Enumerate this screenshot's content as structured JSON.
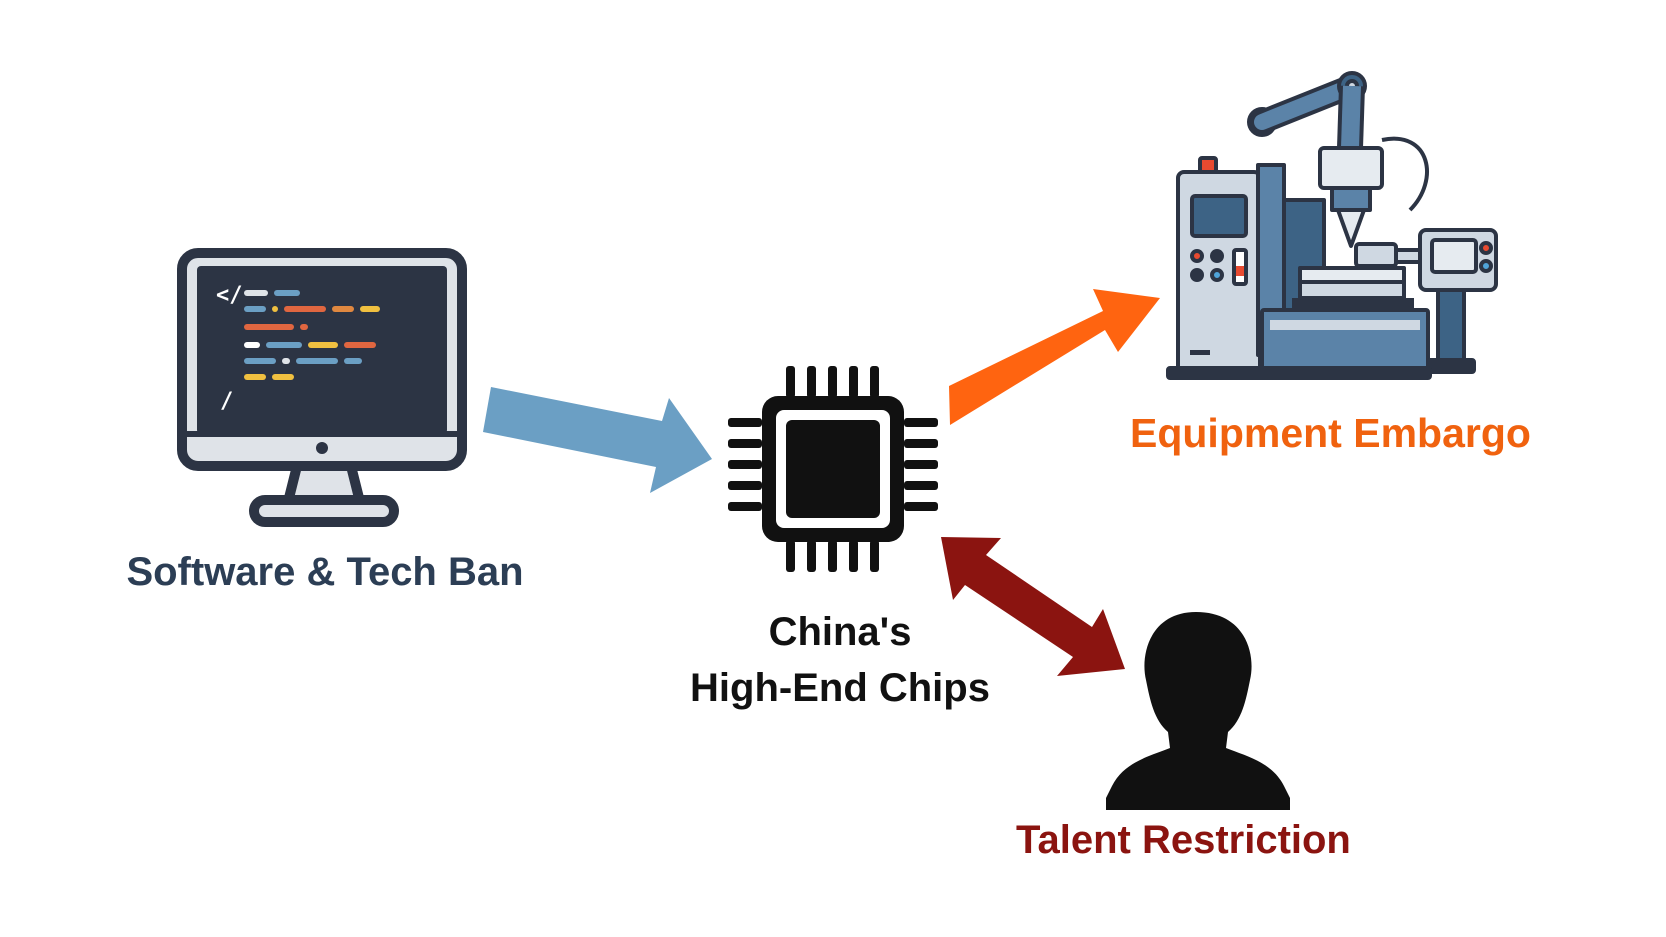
{
  "diagram": {
    "center": {
      "line1": "China's",
      "line2": "High-End Chips",
      "icon": "chip-icon",
      "color": "#111111"
    },
    "nodes": [
      {
        "label": "Software & Tech Ban",
        "icon": "monitor-code-icon",
        "color": "#2c3e55"
      },
      {
        "label": "Equipment Embargo",
        "icon": "industrial-machine-icon",
        "color": "#f0620f"
      },
      {
        "label": "Talent Restriction",
        "icon": "person-silhouette-icon",
        "color": "#8b1410"
      }
    ],
    "arrows": [
      {
        "from": "Software & Tech Ban",
        "to": "China's High-End Chips",
        "color": "#6b9fc4"
      },
      {
        "from": "China's High-End Chips",
        "to": "Equipment Embargo",
        "color": "#ff6410"
      },
      {
        "from": "China's High-End Chips",
        "to": "Talent Restriction",
        "color": "#8b1410",
        "bidirectional": true
      }
    ]
  }
}
